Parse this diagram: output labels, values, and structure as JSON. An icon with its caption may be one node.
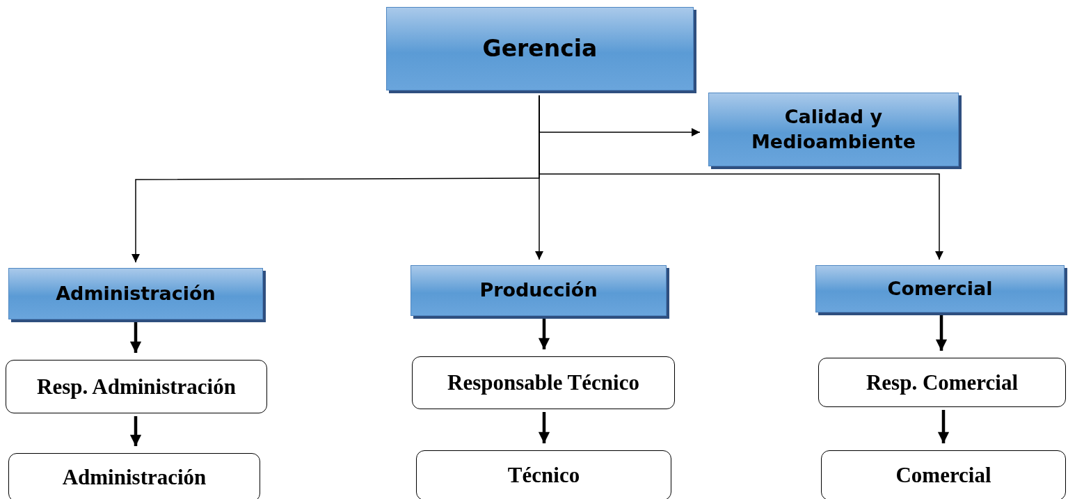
{
  "diagram": {
    "nodes": [
      {
        "text": [
          "Gerencia"
        ]
      },
      {
        "text": [
          "Calidad y Medioambiente"
        ]
      },
      {
        "text": [
          "Administración"
        ]
      },
      {
        "text": [
          "Producción"
        ]
      },
      {
        "text": [
          "Comercial"
        ]
      },
      {
        "text": [
          "Resp. Administración"
        ]
      },
      {
        "text": [
          "Responsable Técnico"
        ]
      },
      {
        "text": [
          "Resp. Comercial"
        ]
      },
      {
        "text": [
          "Administración"
        ]
      },
      {
        "text": [
          "Técnico"
        ]
      },
      {
        "text": [
          "Comercial"
        ]
      }
    ],
    "edges": [
      {
        "from": 0,
        "to": 1,
        "arrow": "to"
      },
      {
        "from": 0,
        "to": 2,
        "arrow": "to"
      },
      {
        "from": 0,
        "to": 3,
        "arrow": "to"
      },
      {
        "from": 0,
        "to": 4,
        "arrow": "to"
      },
      {
        "from": 2,
        "to": 5,
        "arrow": "to"
      },
      {
        "from": 5,
        "to": 8,
        "arrow": "to"
      },
      {
        "from": 3,
        "to": 6,
        "arrow": "to"
      },
      {
        "from": 6,
        "to": 9,
        "arrow": "to"
      },
      {
        "from": 4,
        "to": 7,
        "arrow": "to"
      },
      {
        "from": 7,
        "to": 10,
        "arrow": "to"
      }
    ]
  }
}
